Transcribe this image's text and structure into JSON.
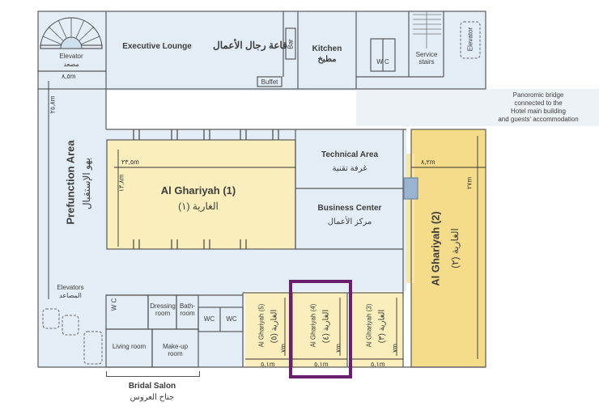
{
  "rooms": {
    "elevator_top": {
      "en": "Elevator",
      "ar": "مصعد"
    },
    "executive_lounge_en": "Executive Lounge",
    "executive_lounge_ar": "قاعة رجال الأعمال",
    "bar": "Bar",
    "buffet": "Buffet",
    "kitchen": {
      "en": "Kitchen",
      "ar": "مطبخ"
    },
    "wc_top": "W C",
    "service_stairs": {
      "line1": "Service",
      "line2": "stairs"
    },
    "elevator_right": "Elevator",
    "bridge": {
      "line1": "Panoromic bridge",
      "line2": "connected to the",
      "line3": "Hotel main building",
      "line4": "and guests' accommodation"
    },
    "prefunction": {
      "en": "Prefunction Area",
      "ar": "بهو الإستقبال"
    },
    "ghariyah1": {
      "en": "Al Ghariyah (1)",
      "ar": "الغارية (١)"
    },
    "technical": {
      "en": "Technical Area",
      "ar": "غرفة تقنية"
    },
    "business": {
      "en": "Business Center",
      "ar": "مركز الأعمال"
    },
    "ghariyah2": {
      "en": "Al Ghariyah (2)",
      "ar": "الغارية (٢)"
    },
    "elevators_bottom": {
      "en": "Elevators",
      "ar": "المصاعد"
    },
    "wc_bridal": "W C",
    "dressing": {
      "line1": "Dressing",
      "line2": "room"
    },
    "bathroom": {
      "line1": "Bath-",
      "line2": "room"
    },
    "living": "Living room",
    "makeup": {
      "line1": "Make-up",
      "line2": "room"
    },
    "wc_a": "WC",
    "wc_b": "WC",
    "ghariyah5": {
      "en": "Al Ghariyah (5)",
      "ar": "الغارية (٥)"
    },
    "ghariyah4": {
      "en": "Al Ghariyah (4)",
      "ar": "الغارية (٤)"
    },
    "ghariyah3": {
      "en": "Al Ghariyah (3)",
      "ar": "الغارية (٣)"
    },
    "bridal_salon": {
      "en": "Bridal Salon",
      "ar": "جناح العروس"
    }
  },
  "dimensions": {
    "elevator_width": "٨,٥m",
    "corridor_length": "٢٥,٨m",
    "g1_width": "٢٣,٥m",
    "g1_height": "١٣,٨m",
    "g2_width": "٨,٢m",
    "g2_height": "٢٧m",
    "g5_width": "٥,١m",
    "g4_width": "٥,١m",
    "g3_width": "٥,١m",
    "g5_height": "٧m",
    "g4_height": "٧m",
    "g3_height": "٧m"
  },
  "colors": {
    "hall_blue": "#e3edf5",
    "hall_yellow": "#f9eebc",
    "highlight": "#6b1e6e"
  }
}
